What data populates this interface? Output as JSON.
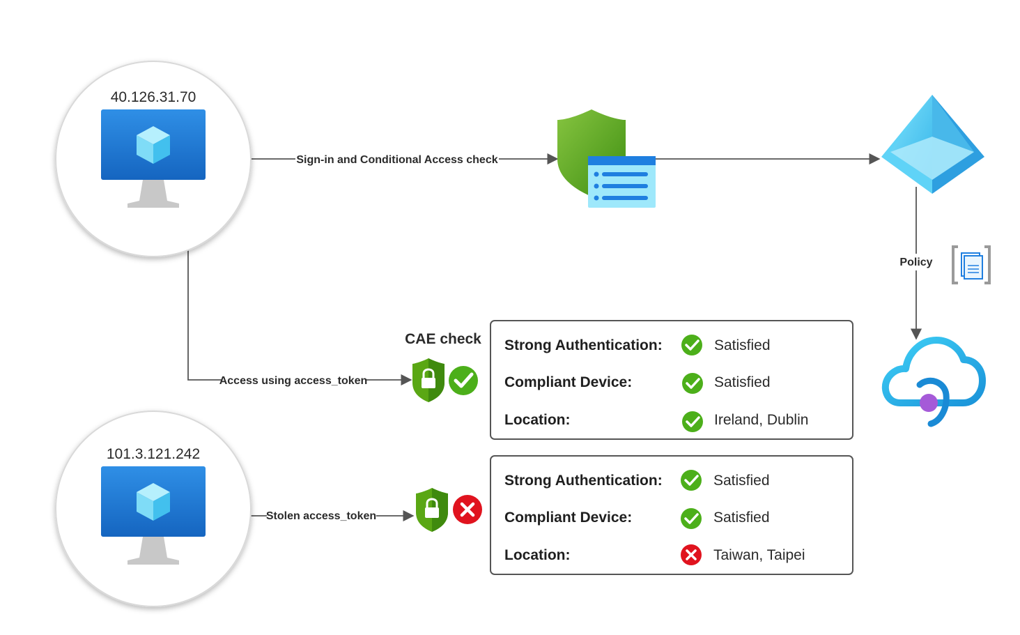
{
  "colors": {
    "edge": "#555555",
    "ok": "#4caf1a",
    "fail": "#e0131e",
    "monitor": "#1f7fe0",
    "cloud": "#1fa8df",
    "shield": "#6fb81d"
  },
  "devices": {
    "legit": {
      "ip": "40.126.31.70",
      "icon": "virtual-machine-icon"
    },
    "attacker": {
      "ip": "101.3.121.242",
      "icon": "virtual-machine-icon"
    }
  },
  "edges": {
    "signin": "Sign-in and Conditional Access check",
    "access": "Access using access_token",
    "stolen": "Stolen access_token",
    "policy": "Policy"
  },
  "cae": {
    "title": "CAE check"
  },
  "panels": {
    "legit": {
      "rows": [
        {
          "label": "Strong Authentication:",
          "value": "Satisfied",
          "status": "ok"
        },
        {
          "label": "Compliant Device:",
          "value": "Satisfied",
          "status": "ok"
        },
        {
          "label": "Location:",
          "value": "Ireland, Dublin",
          "status": "ok"
        }
      ]
    },
    "attacker": {
      "rows": [
        {
          "label": "Strong Authentication:",
          "value": "Satisfied",
          "status": "ok"
        },
        {
          "label": "Compliant Device:",
          "value": "Satisfied",
          "status": "ok"
        },
        {
          "label": "Location:",
          "value": "Taiwan, Taipei",
          "status": "fail"
        }
      ]
    }
  },
  "icons": {
    "conditional_access": "shield-policy-icon",
    "entra_id": "azure-ad-pyramid-icon",
    "policy_doc": "policy-document-icon",
    "resource": "cloud-app-icon"
  }
}
